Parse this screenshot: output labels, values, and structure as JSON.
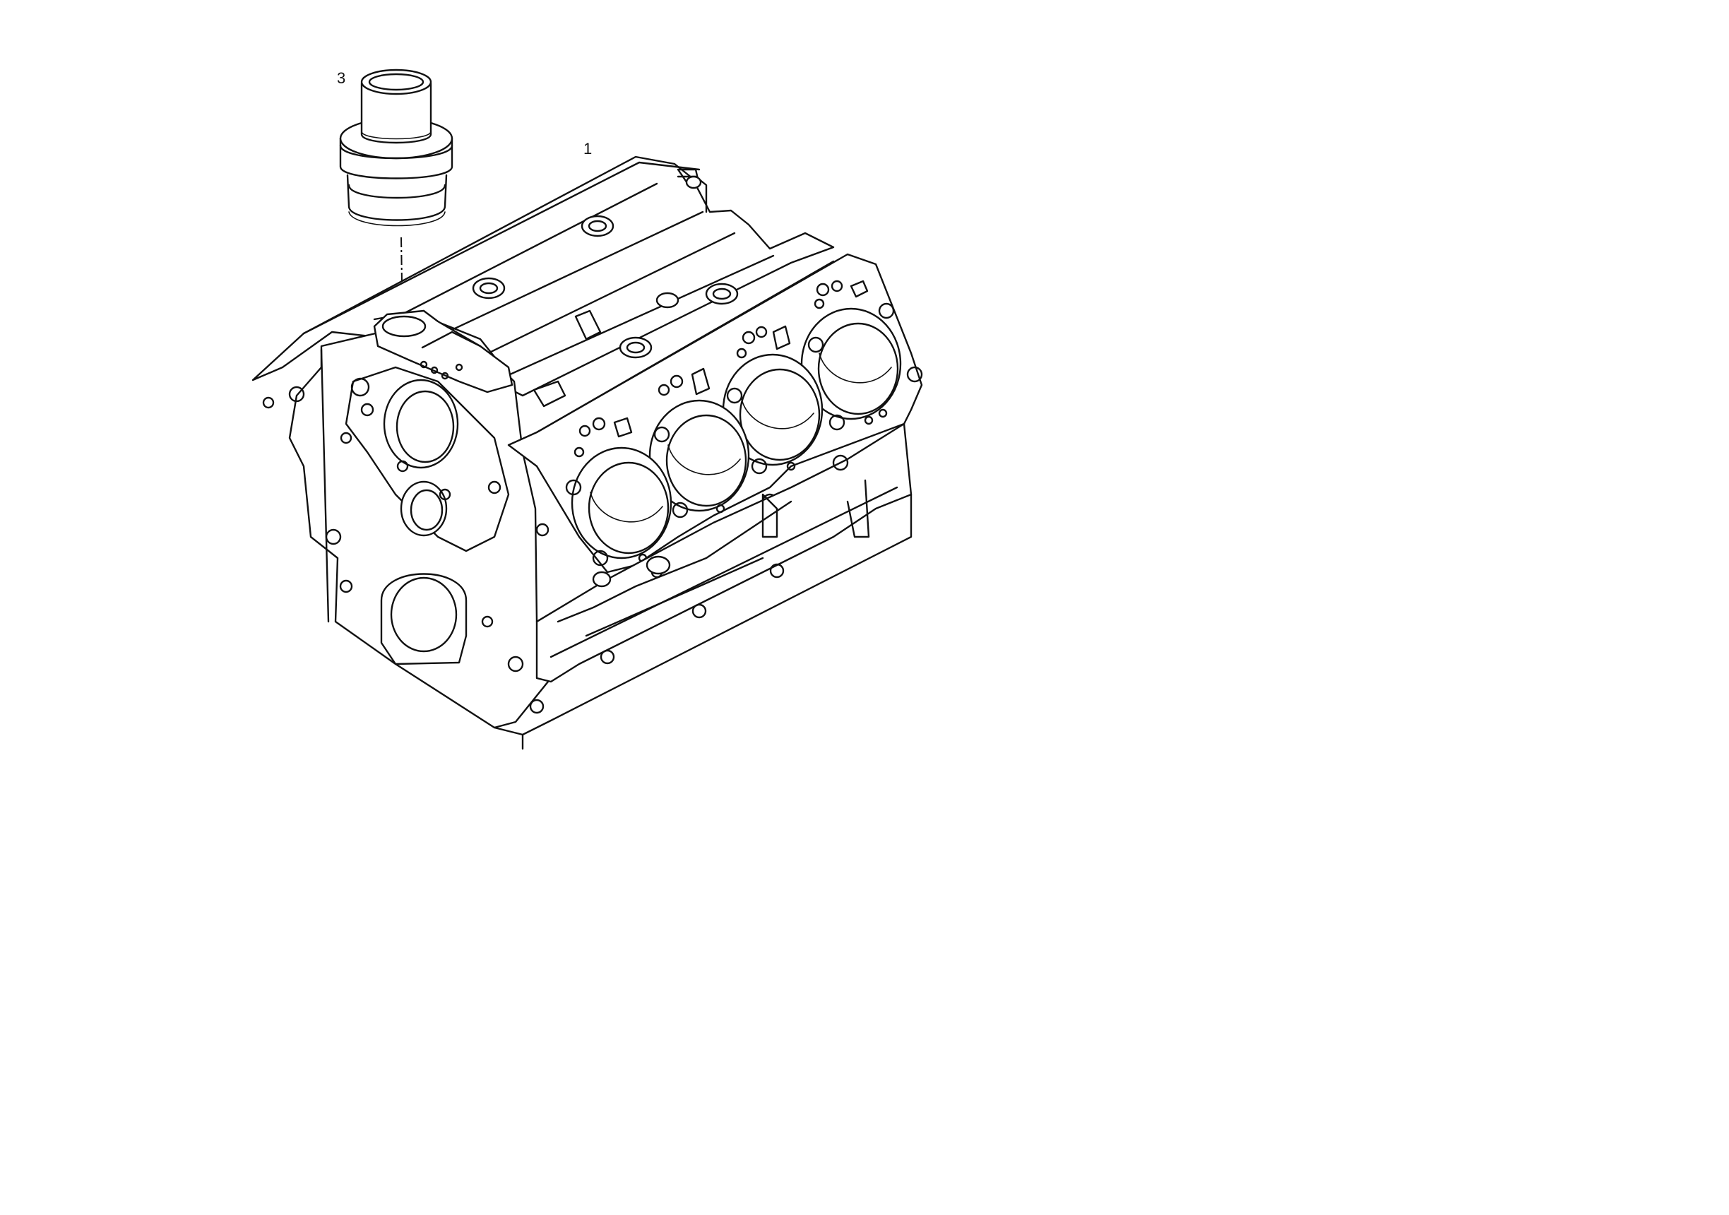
{
  "callouts": [
    {
      "id": "part-1",
      "label": "1",
      "refers_to": "engine-block"
    },
    {
      "id": "part-3",
      "label": "3",
      "refers_to": "cylinder-liner-sleeve"
    }
  ],
  "icons": [
    "engine-block-drawing",
    "cylinder-sleeve-drawing",
    "leader-line"
  ],
  "colors": {
    "line": "#111111",
    "background": "#ffffff"
  }
}
